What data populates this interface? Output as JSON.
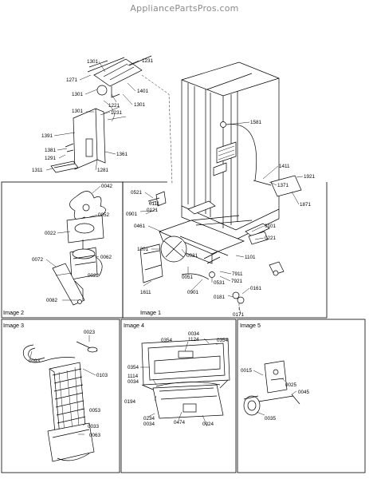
{
  "watermark": "AppliancePartsPros.com",
  "captions": {
    "image1": "Image 1",
    "image2": "Image 2",
    "image3": "Image 3",
    "image4": "Image 4",
    "image5": "Image 5"
  },
  "parts": {
    "p1301a": "1301",
    "p1231a": "1231",
    "p1271": "1271",
    "p1301b": "1301",
    "p1401": "1401",
    "p1221": "1221",
    "p1301c": "1301",
    "p1301d": "1301",
    "p1231b": "1231",
    "p1391": "1391",
    "p1381": "1381",
    "p1291": "1291",
    "p1361": "1361",
    "p1311": "1311",
    "p1281": "1281",
    "p1581": "1581",
    "p1921": "1921",
    "p1411": "1411",
    "p1371": "1371",
    "p1871": "1871",
    "p0521": "0521",
    "p0111": "0111",
    "p0121": "0121",
    "p0901a": "0901",
    "p0461": "0461",
    "p0101": "0101",
    "p0221": "0221",
    "p1201": "1201",
    "p0031": "0031",
    "p1101": "1101",
    "p0051": "0051",
    "p7911": "7911",
    "p7921": "7921",
    "p0531": "0531",
    "p1611": "1611",
    "p0901b": "0901",
    "p0181": "0181",
    "p0161": "0161",
    "p0171": "0171",
    "p0042": "0042",
    "p0052": "0052",
    "p0022a": "0022",
    "p0072": "0072",
    "p0062": "0062",
    "p0022b": "0022",
    "p0082": "0082",
    "p0023": "0023",
    "p0093": "0093",
    "p0103": "0103",
    "p0053": "0053",
    "p0033": "0033",
    "p0063": "0063",
    "p0354a": "0354",
    "p0034a": "0034",
    "p1124": "1124",
    "p0354b": "0354",
    "p0354c": "0354",
    "p1114": "1114",
    "p0034b": "0034",
    "p0194": "0194",
    "p0234": "0234",
    "p0034c": "0034",
    "p0474": "0474",
    "p0024": "0024",
    "p0015": "0015",
    "p0025": "0025",
    "p0045": "0045",
    "p0035": "0035"
  }
}
